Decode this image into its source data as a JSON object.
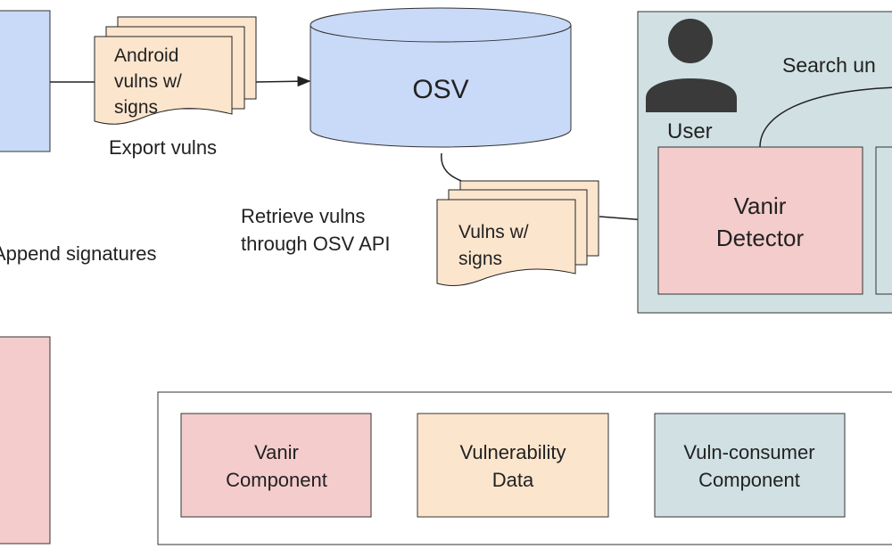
{
  "nodes": {
    "android_vulns": [
      "Android",
      "vulns w/",
      "signs"
    ],
    "osv": "OSV",
    "vulns_signs": [
      "Vulns w/",
      "signs"
    ],
    "user": "User",
    "vanir_detector": [
      "Vanir",
      "Detector"
    ]
  },
  "edges": {
    "export": "Export vulns",
    "retrieve": [
      "Retrieve vulns",
      "through OSV API"
    ],
    "append": "Append signatures",
    "search": "Search un"
  },
  "legend": [
    {
      "lines": [
        "Vanir",
        "Component"
      ],
      "color": "#f4cccc"
    },
    {
      "lines": [
        "Vulnerability",
        "Data"
      ],
      "color": "#fce5cd"
    },
    {
      "lines": [
        "Vuln-consumer",
        "Component"
      ],
      "color": "#d0e0e3"
    }
  ],
  "colors": {
    "blue": "#c9daf8",
    "pink": "#f4cccc",
    "orange": "#fce5cd",
    "teal": "#d0e0e3"
  }
}
